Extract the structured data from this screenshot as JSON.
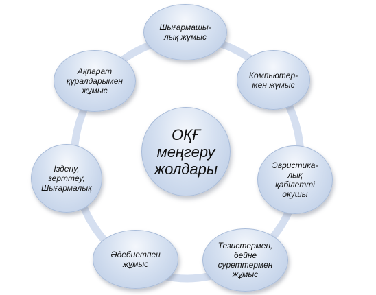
{
  "diagram": {
    "center": {
      "lines": [
        "ОҚҒ",
        "меңгеру",
        "жолдары"
      ]
    },
    "nodes": [
      {
        "id": "creative-work",
        "lines": [
          "Шығармашы-",
          "лық жұмыс"
        ]
      },
      {
        "id": "computer-work",
        "lines": [
          "Компьютер-",
          "мен жұмыс"
        ]
      },
      {
        "id": "heuristic-reading",
        "lines": [
          "Эвристика-",
          "лық",
          "қабілетті",
          "оқушы"
        ]
      },
      {
        "id": "theses-video-work",
        "lines": [
          "Тезистермен,",
          "бейне",
          "суреттермен",
          "жұмыс"
        ]
      },
      {
        "id": "literature-work",
        "lines": [
          "Әдебиетпен",
          "жұмыс"
        ]
      },
      {
        "id": "research-creative",
        "lines": [
          "Іздену,",
          "зерттеу,",
          "Шығармалық"
        ]
      },
      {
        "id": "media-tools-work",
        "lines": [
          "Ақпарат",
          "құралдарымен",
          "жұмыс"
        ]
      }
    ],
    "colors": {
      "ring": "#d5dff0",
      "node_fill": "#d6e1f1",
      "node_border": "#a9bcd9",
      "text": "#111111"
    }
  }
}
